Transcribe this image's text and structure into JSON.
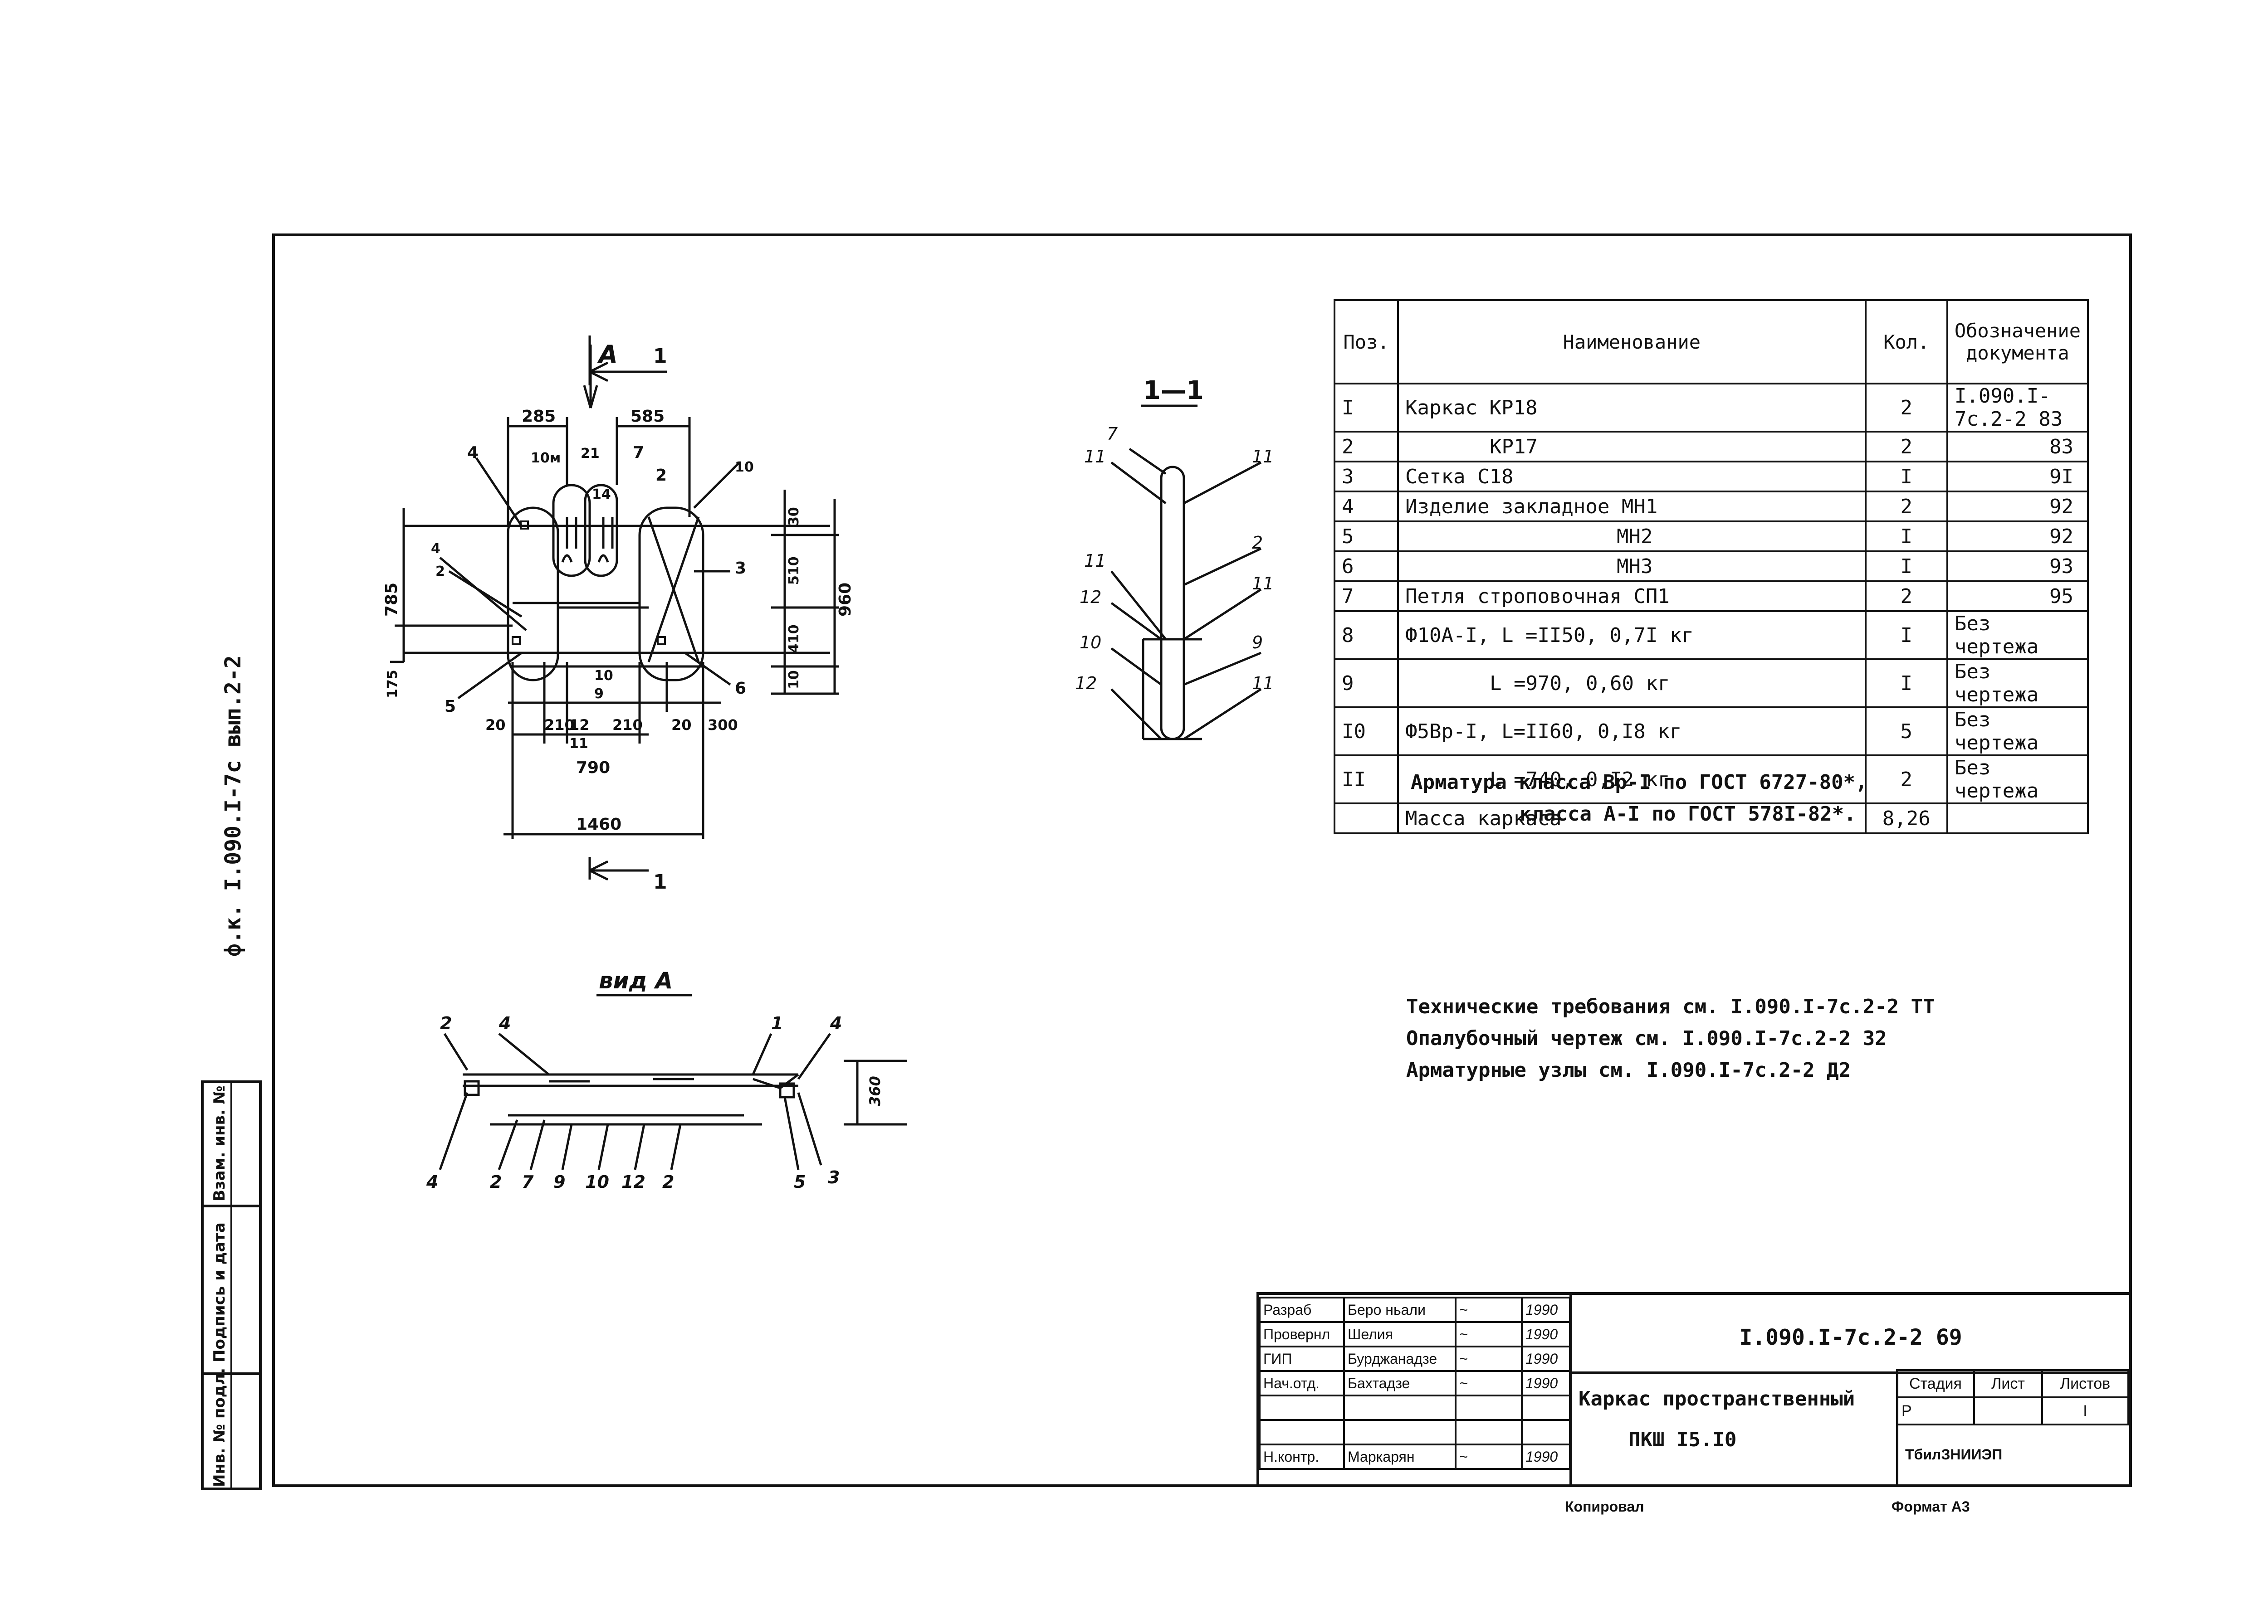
{
  "side_stamp": {
    "ref": "ф.к. I.090.I-7с вып.2-2",
    "cols": [
      "Инв. № подл.",
      "Подпись и дата",
      "Взам. инв. №"
    ]
  },
  "drawing": {
    "section_mark": "1",
    "view_mark": "А",
    "section_title": "1—1",
    "view_title": "вид А",
    "plan_dims": {
      "top_left": "285",
      "top_right": "585",
      "left_total": "785",
      "left_bottom": "175",
      "right_top": "30",
      "right_mid": "510",
      "right_low": "410",
      "right_bottom": "10",
      "right_total": "960",
      "bottom_a": "20",
      "bottom_b": "210",
      "bottom_c": "12",
      "bottom_d": "210",
      "bottom_e": "20",
      "bottom_f": "300",
      "bottom_mid": "790",
      "bottom_total": "1460",
      "view_height": "360"
    },
    "plan_labels": [
      "4",
      "10м",
      "21",
      "7",
      "2",
      "10",
      "14",
      "4",
      "2",
      "3",
      "5",
      "6",
      "9",
      "10",
      "11"
    ],
    "section_labels": [
      "7",
      "11",
      "11",
      "2",
      "11",
      "11",
      "12",
      "10",
      "9",
      "12",
      "11"
    ],
    "view_labels": [
      "2",
      "4",
      "1",
      "4",
      "4",
      "2",
      "7",
      "9",
      "10",
      "12",
      "2",
      "5",
      "3"
    ]
  },
  "spec_table": {
    "headers": {
      "pos": "Поз.",
      "name": "Наименование",
      "qty": "Кол.",
      "doc": "Обозначение документа"
    },
    "rows": [
      {
        "pos": "I",
        "name": "Каркас КР18",
        "qty": "2",
        "doc": "I.090.I-7с.2-2 83"
      },
      {
        "pos": "2",
        "name": "КР17",
        "qty": "2",
        "doc": "83"
      },
      {
        "pos": "3",
        "name": "Сетка С18",
        "qty": "I",
        "doc": "9I"
      },
      {
        "pos": "4",
        "name": "Изделие закладное МН1",
        "qty": "2",
        "doc": "92"
      },
      {
        "pos": "5",
        "name": "МН2",
        "qty": "I",
        "doc": "92"
      },
      {
        "pos": "6",
        "name": "МН3",
        "qty": "I",
        "doc": "93"
      },
      {
        "pos": "7",
        "name": "Петля строповочная СП1",
        "qty": "2",
        "doc": "95"
      },
      {
        "pos": "8",
        "name": "Ф10А-I, L =II50, 0,7I кг",
        "qty": "I",
        "doc": "Без чертежа"
      },
      {
        "pos": "9",
        "name": "L =970, 0,60 кг",
        "qty": "I",
        "doc": "Без чертежа"
      },
      {
        "pos": "I0",
        "name": "Ф5Вр-I, L=II60, 0,I8 кг",
        "qty": "5",
        "doc": "Без чертежа"
      },
      {
        "pos": "II",
        "name": "L =740, 0,I2 кг",
        "qty": "2",
        "doc": "Без чертежа"
      },
      {
        "pos": "",
        "name": "Масса каркаса",
        "qty": "8,26",
        "doc": ""
      }
    ]
  },
  "notes": {
    "steel_line1": "Арматура класса Вр-I по ГОСТ 6727-80*,",
    "steel_line2": "класса А-I по ГОСТ 578I-82*.",
    "ref1": "Технические требования см. I.090.I-7с.2-2 ТТ",
    "ref2": "Опалубочный чертеж см. I.090.I-7с.2-2 32",
    "ref3": "Арматурные узлы см. I.090.I-7с.2-2 Д2"
  },
  "title_block": {
    "rows": [
      {
        "role": "Разраб",
        "name": "Беро ньали",
        "date": "1990"
      },
      {
        "role": "Провернл",
        "name": "Шелия",
        "date": "1990"
      },
      {
        "role": "ГИП",
        "name": "Бурджанадзе",
        "date": "1990"
      },
      {
        "role": "Нач.отд.",
        "name": "Бахтадзе",
        "date": "1990"
      },
      {
        "role": "",
        "name": "",
        "date": ""
      },
      {
        "role": "",
        "name": "",
        "date": ""
      },
      {
        "role": "Н.контр.",
        "name": "Маркарян",
        "date": "1990"
      }
    ],
    "code": "I.090.I-7с.2-2 69",
    "title_line1": "Каркас пространственный",
    "title_line2": "ПКШ I5.I0",
    "stage_header": "Стадия",
    "sheet_header": "Лист",
    "sheets_header": "Листов",
    "stage_value": "Р",
    "sheet_value": "",
    "sheets_value": "I",
    "org": "ТбилЗНИИЭП"
  },
  "footer": {
    "copied": "Копировал",
    "format": "Формат А3"
  }
}
